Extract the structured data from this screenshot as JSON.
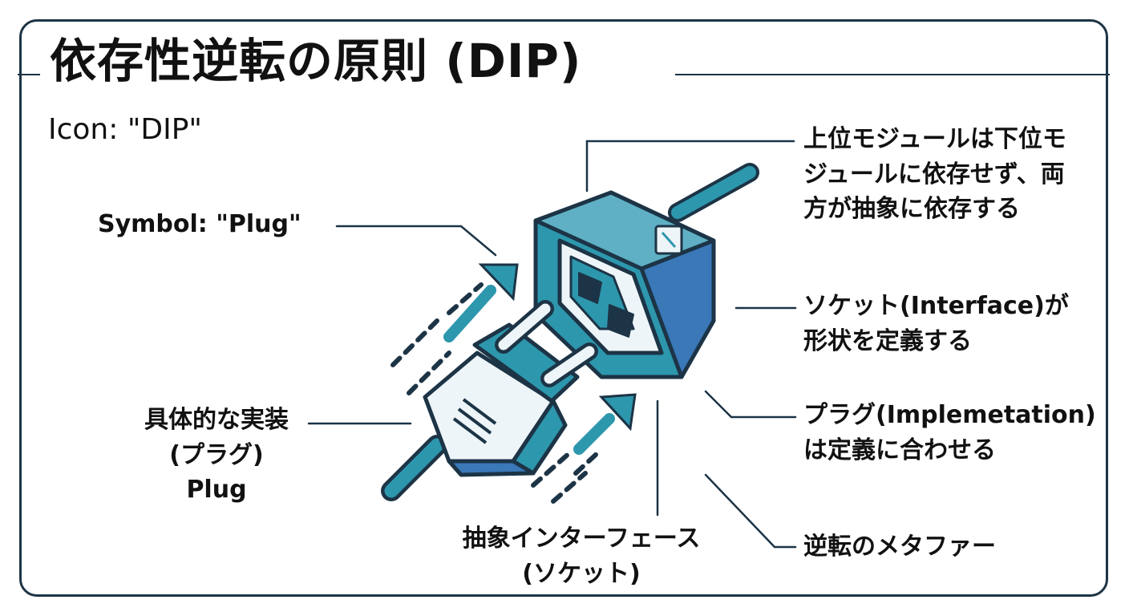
{
  "title": "依存性逆転の原則 (DIP)",
  "subtitle": "Icon: \"DIP\"",
  "labels": {
    "symbol": "Symbol: \"Plug\"",
    "concrete": [
      "具体的な実装",
      "(プラグ)",
      "Plug"
    ],
    "abstract": [
      "抽象インターフェース",
      "(ソケット)"
    ],
    "principle": [
      "上位モジュールは下位モ",
      "ジュールに依存せず、両",
      "方が抽象に依存する"
    ],
    "socket_defines": [
      "ソケット(Interface)が",
      "形状を定義する"
    ],
    "plug_conforms": [
      "プラグ(Implemetation)",
      "は定義に合わせる"
    ],
    "metaphor": "逆転のメタファー"
  },
  "colors": {
    "outline": "#1c3446",
    "teal": "#2d97ad",
    "blue": "#3a78b8",
    "light": "#eef5f8"
  },
  "icons": {
    "main_illustration": "plug-and-socket",
    "arrows": "motion-arrow"
  }
}
